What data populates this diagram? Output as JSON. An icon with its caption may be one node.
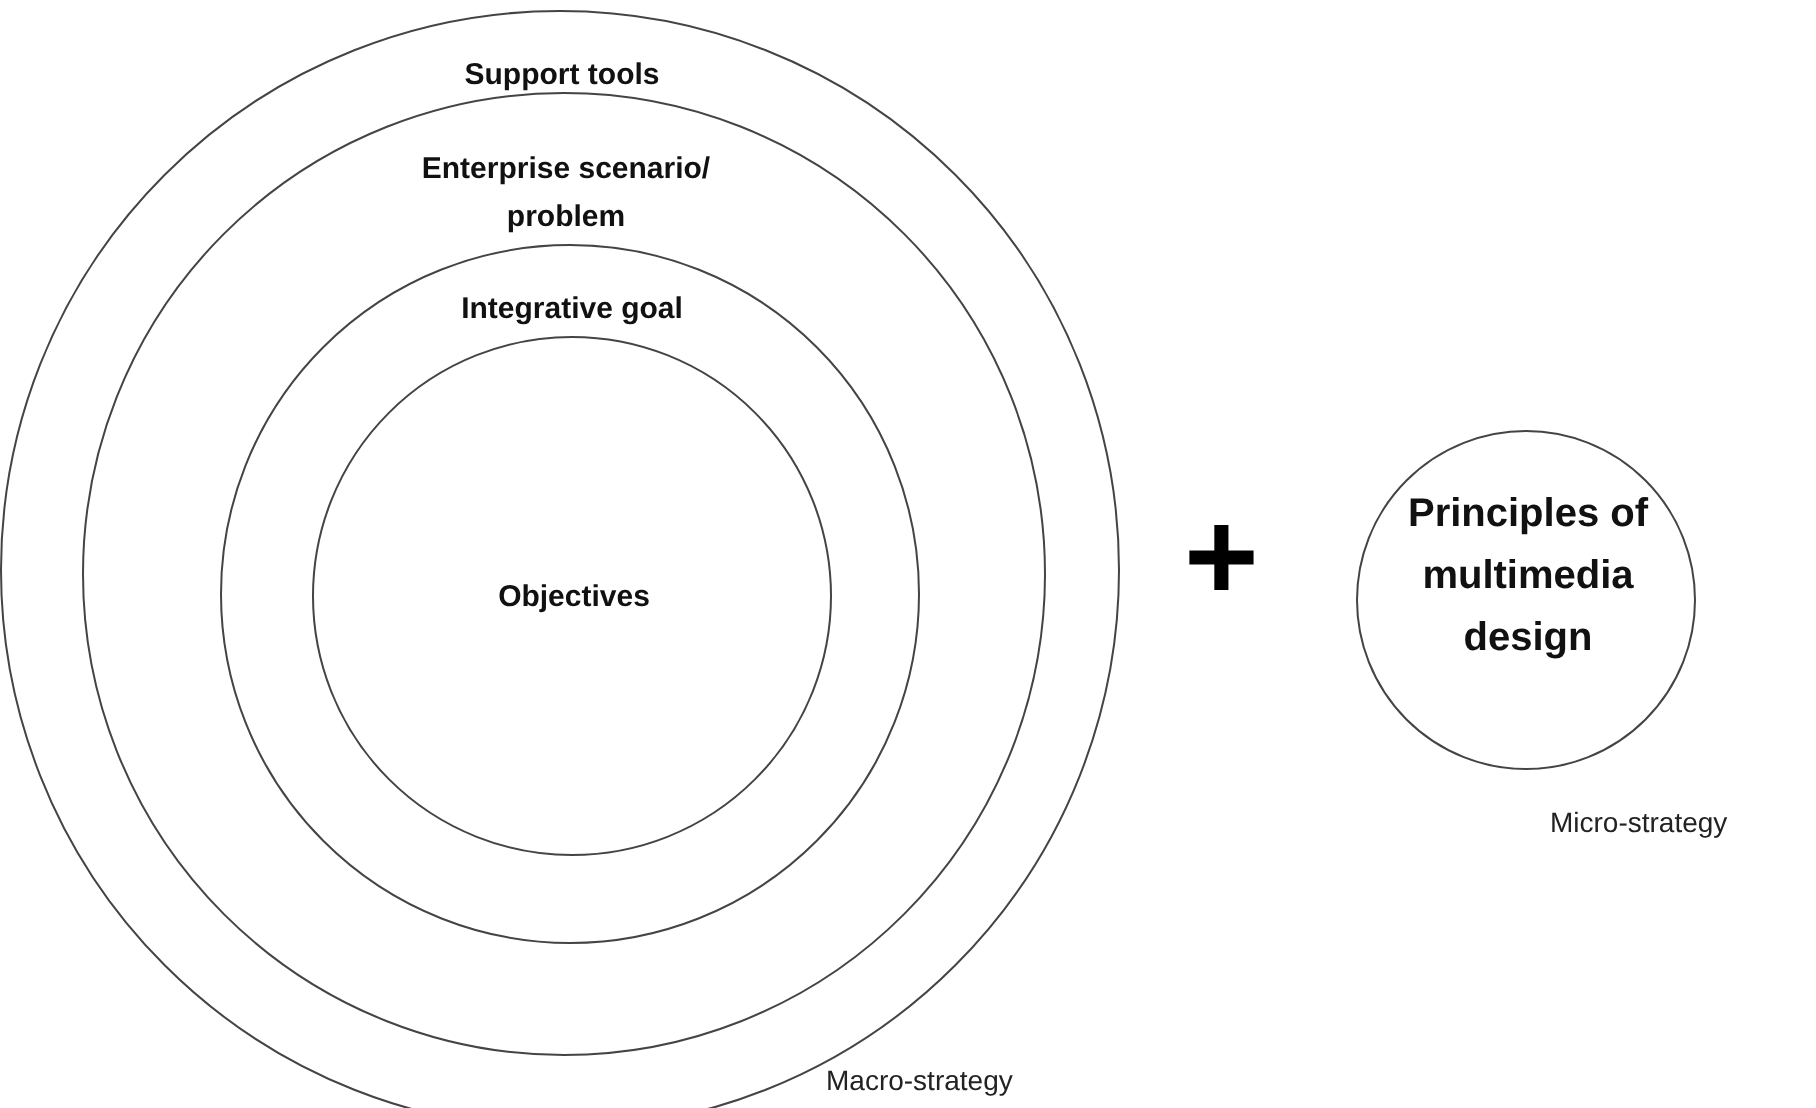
{
  "diagram": {
    "nodes": [
      {
        "text": [
          "Support tools"
        ],
        "beside": [
          "Macro-strategy"
        ]
      },
      {
        "text": [
          "Enterprise scenario/ problem"
        ],
        "in": 0
      },
      {
        "text": [
          "Integrative goal"
        ],
        "in": 1
      },
      {
        "text": [
          "Objectives"
        ],
        "in": 2
      },
      {
        "text": [
          "Principles of multimedia design"
        ],
        "beside": [
          "Micro-strategy"
        ]
      }
    ],
    "edges": [],
    "labels": [
      "+"
    ]
  }
}
